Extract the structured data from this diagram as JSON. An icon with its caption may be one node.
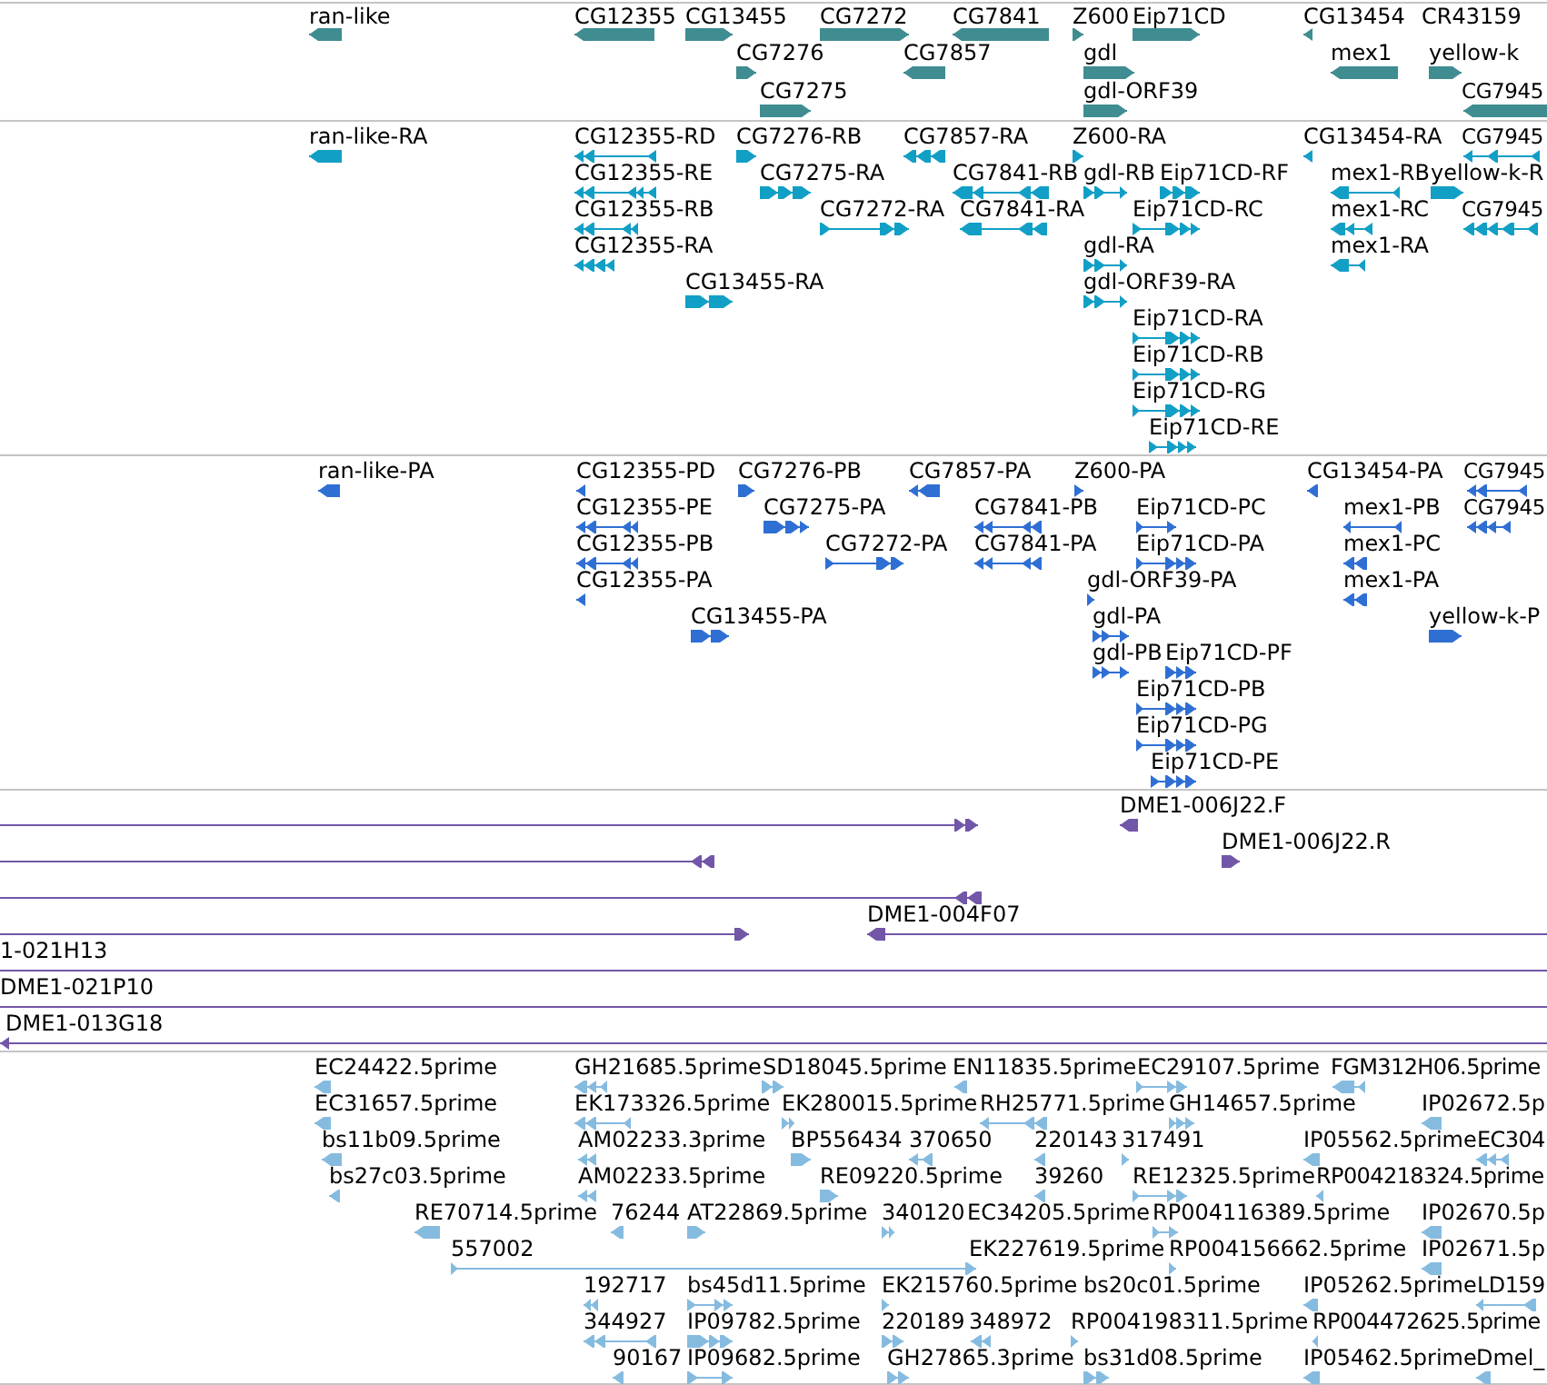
{
  "diagram": {
    "labels": [
      "ran-like",
      "CG12355",
      "CG13455",
      "CG7272",
      "CG7841",
      "Z600",
      "Eip71CD",
      "CG13454",
      "CR43159",
      "CG7276",
      "CG7857",
      "gdl",
      "mex1",
      "yellow-k",
      "CG7275",
      "gdl-ORF39",
      "CG7945",
      "ran-like-RA",
      "CG12355-RD",
      "CG7276-RB",
      "CG7857-RA",
      "Z600-RA",
      "CG13454-RA",
      "CG7945",
      "CG12355-RE",
      "CG7275-RA",
      "CG7841-RB",
      "gdl-RB",
      "Eip71CD-RF",
      "mex1-RB",
      "yellow-k-R",
      "CG12355-RB",
      "CG7272-RA",
      "CG7841-RA",
      "Eip71CD-RC",
      "mex1-RC",
      "CG7945",
      "CG12355-RA",
      "gdl-RA",
      "mex1-RA",
      "CG13455-RA",
      "gdl-ORF39-RA",
      "Eip71CD-RA",
      "Eip71CD-RB",
      "Eip71CD-RG",
      "Eip71CD-RE",
      "ran-like-PA",
      "CG12355-PD",
      "CG7276-PB",
      "CG7857-PA",
      "Z600-PA",
      "CG13454-PA",
      "CG7945",
      "CG12355-PE",
      "CG7275-PA",
      "CG7841-PB",
      "Eip71CD-PC",
      "mex1-PB",
      "CG7945",
      "CG12355-PB",
      "CG7272-PA",
      "CG7841-PA",
      "Eip71CD-PA",
      "mex1-PC",
      "CG12355-PA",
      "gdl-ORF39-PA",
      "mex1-PA",
      "CG13455-PA",
      "gdl-PA",
      "yellow-k-P",
      "gdl-PB",
      "Eip71CD-PF",
      "Eip71CD-PB",
      "Eip71CD-PG",
      "Eip71CD-PE",
      "DME1-006J22.F",
      "DME1-006J22.R",
      "DME1-004F07",
      "1-021H13",
      "DME1-021P10",
      "DME1-013G18",
      "EC24422.5prime",
      "GH21685.5prime",
      "SD18045.5prime",
      "EN11835.5prime",
      "EC29107.5prime",
      "FGM312H06.5prime",
      "EC31657.5prime",
      "EK173326.5prime",
      "EK280015.5prime",
      "RH25771.5prime",
      "GH14657.5prime",
      "IP02672.5p",
      "bs11b09.5prime",
      "AM02233.3prime",
      "BP556434",
      "370650",
      "220143",
      "317491",
      "IP05562.5prime",
      "EC304",
      "bs27c03.5prime",
      "AM02233.5prime",
      "RE09220.5prime",
      "39260",
      "RE12325.5prime",
      "RP004218324.5prime",
      "RE70714.5prime",
      "76244",
      "AT22869.5prime",
      "340120",
      "EC34205.5prime",
      "RP004116389.5prime",
      "IP02670.5p",
      "557002",
      "EK227619.5prime",
      "RP004156662.5prime",
      "IP02671.5p",
      "192717",
      "bs45d11.5prime",
      "EK215760.5prime",
      "bs20c01.5prime",
      "IP05262.5prime",
      "LD159",
      "344927",
      "IP09782.5prime",
      "220189",
      "348972",
      "RP004198311.5prime",
      "RP004472625.5prime",
      "90167",
      "IP09682.5prime",
      "GH27865.3prime",
      "bs31d08.5prime",
      "IP05462.5prime",
      "Dmel_"
    ]
  }
}
